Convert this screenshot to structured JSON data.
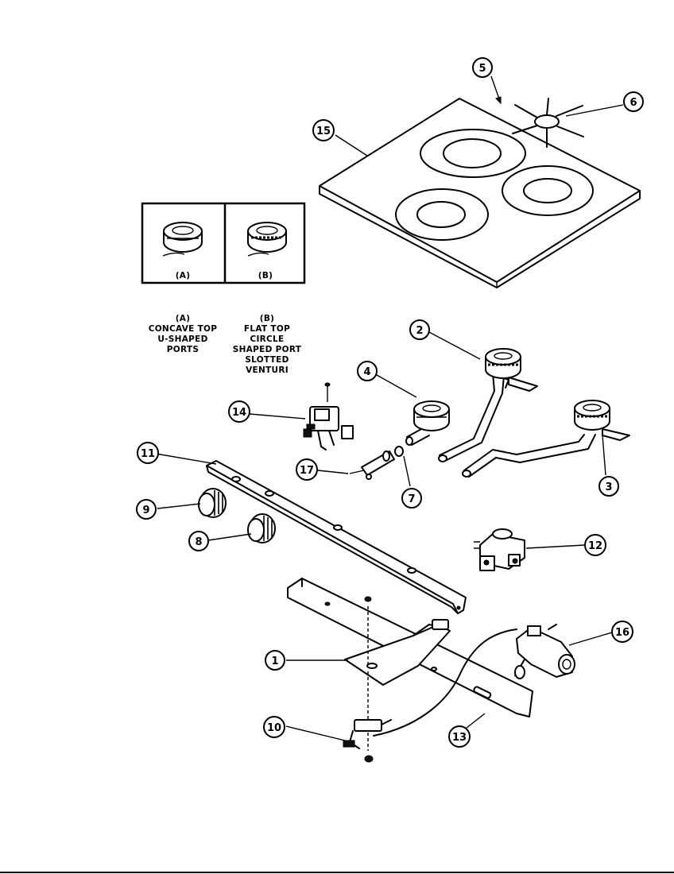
{
  "callouts": [
    "1",
    "2",
    "3",
    "4",
    "5",
    "6",
    "7",
    "8",
    "9",
    "10",
    "11",
    "12",
    "13",
    "14",
    "15",
    "16",
    "17"
  ],
  "inset": {
    "a_label": "(A)",
    "b_label": "(B)"
  },
  "notes": {
    "a": [
      "(A)",
      "CONCAVE TOP",
      "U-SHAPED",
      "PORTS"
    ],
    "b": [
      "(B)",
      "FLAT TOP",
      "CIRCLE",
      "SHAPED PORT",
      "SLOTTED",
      "VENTURI"
    ]
  }
}
